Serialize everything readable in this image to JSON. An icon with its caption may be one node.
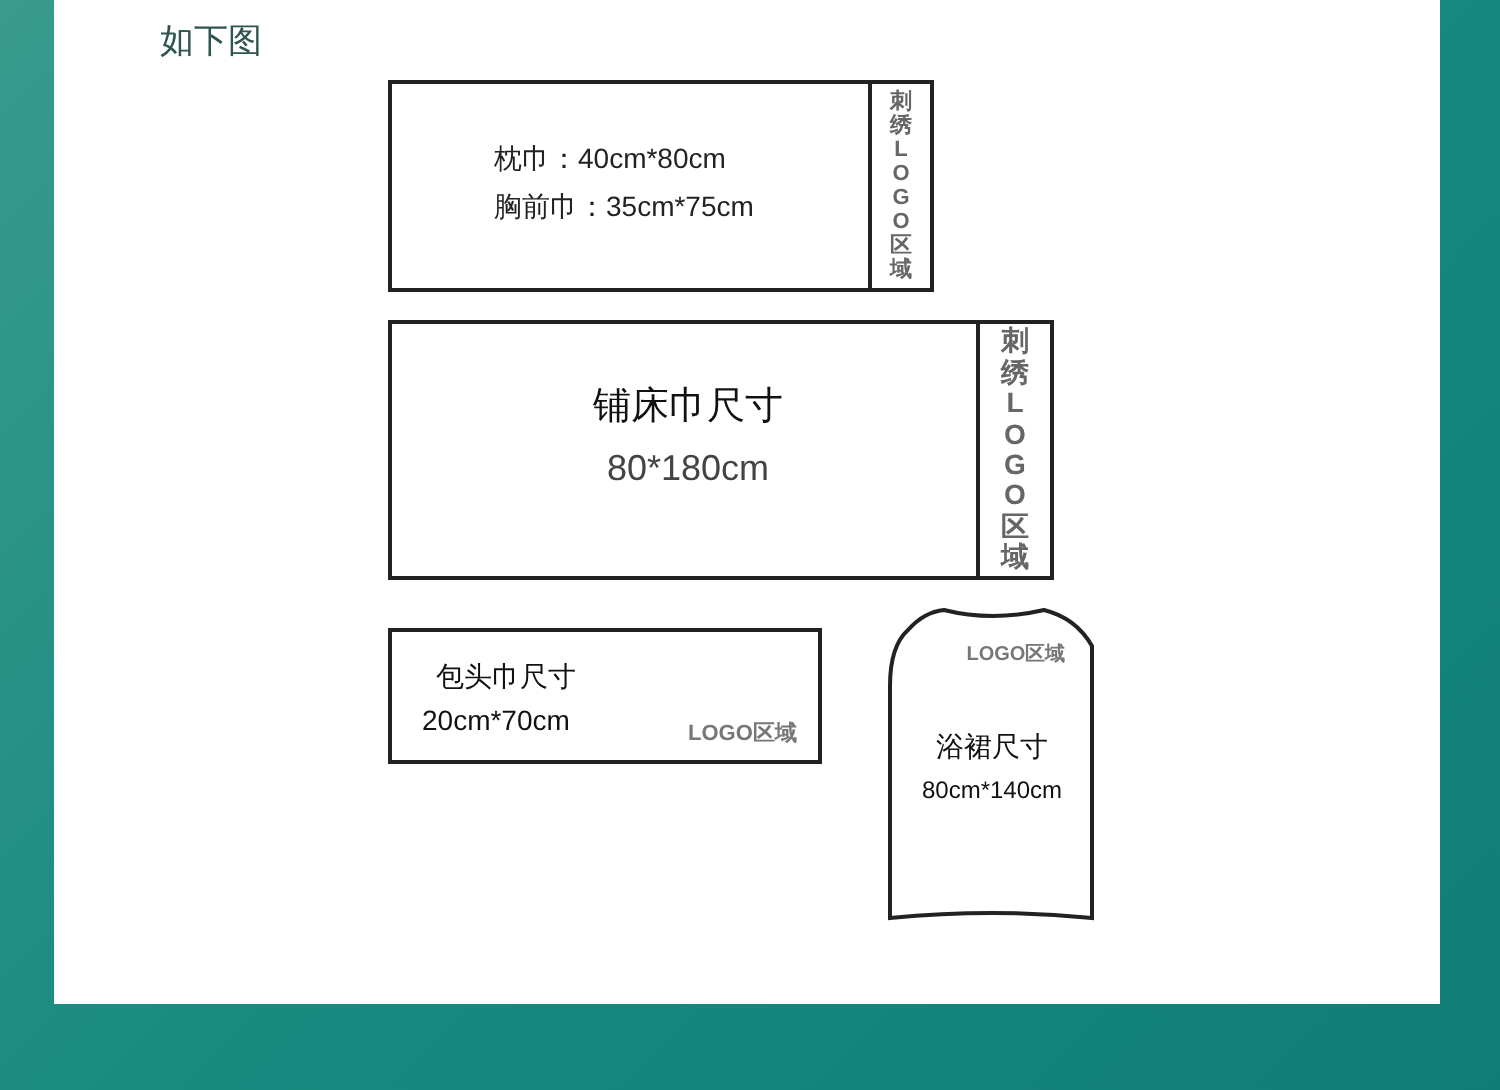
{
  "diagram": {
    "title": "如下图",
    "nodes": [
      {
        "text": [
          "枕巾：40cm*80cm",
          "胸前巾：35cm*75cm"
        ]
      },
      {
        "text": [
          "刺绣LOGO区域"
        ],
        "in": 0
      },
      {
        "text": [
          "铺床巾尺寸",
          "80*180cm"
        ]
      },
      {
        "text": [
          "刺绣LOGO区域"
        ],
        "in": 2
      },
      {
        "text": [
          "包头巾尺寸",
          "20cm*70cm",
          "LOGO区域"
        ]
      },
      {
        "text": [
          "LOGO区域",
          "浴裙尺寸",
          "80cm*140cm"
        ]
      }
    ],
    "edges": []
  }
}
